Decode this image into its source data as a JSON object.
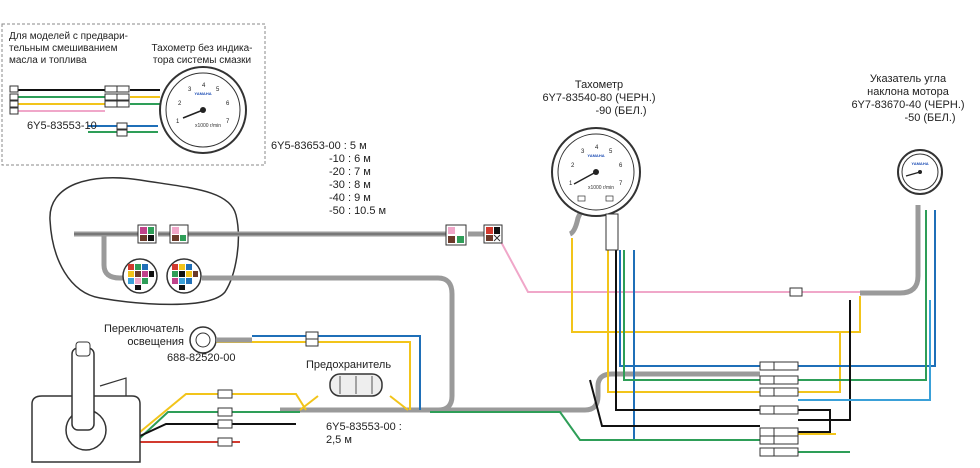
{
  "inset": {
    "premix_note": [
      "Для моделей с предвари-",
      "тельным смешиванием",
      "масла и топлива"
    ],
    "tacho_note": [
      "Тахометр без индика-",
      "тора системы смазки"
    ],
    "harness_code": "6Y5-83553-10"
  },
  "extension_harness": {
    "lines": [
      "6Y5-83653-00 : 5 м",
      "-10 : 6 м",
      "-20 : 7 м",
      "-30 : 8 м",
      "-40 : 9 м",
      "-50 : 10.5 м"
    ]
  },
  "tachometer": {
    "title": "Тахометр",
    "parts": [
      "6Y7-83540-80 (ЧЕРН.)",
      "-90 (БЕЛ.)"
    ]
  },
  "trim_gauge": {
    "title": [
      "Указатель угла",
      "наклона мотора"
    ],
    "parts": [
      "6Y7-83670-40 (ЧЕРН.)",
      "-50 (БЕЛ.)"
    ]
  },
  "light_switch": {
    "label": [
      "Переключатель",
      "освещения"
    ],
    "part": "688-82520-00"
  },
  "fuse": {
    "label": "Предохранитель"
  },
  "main_harness": {
    "lines": [
      "6Y5-83553-00 :",
      "2,5 м"
    ]
  },
  "gauge_face": {
    "brand": "YAMAHA",
    "unit": "x1000 r/min",
    "numbers": [
      "1",
      "2",
      "3",
      "4",
      "5",
      "6",
      "7"
    ]
  },
  "colors": {
    "gray_cable": "#9a9a9a",
    "yellow": "#f2c41a",
    "blue": "#1f6fb8",
    "green": "#2e9e58",
    "pink": "#f0a7c9",
    "black": "#111111",
    "red": "#d23a2f",
    "light_blue": "#3aa0d8"
  }
}
